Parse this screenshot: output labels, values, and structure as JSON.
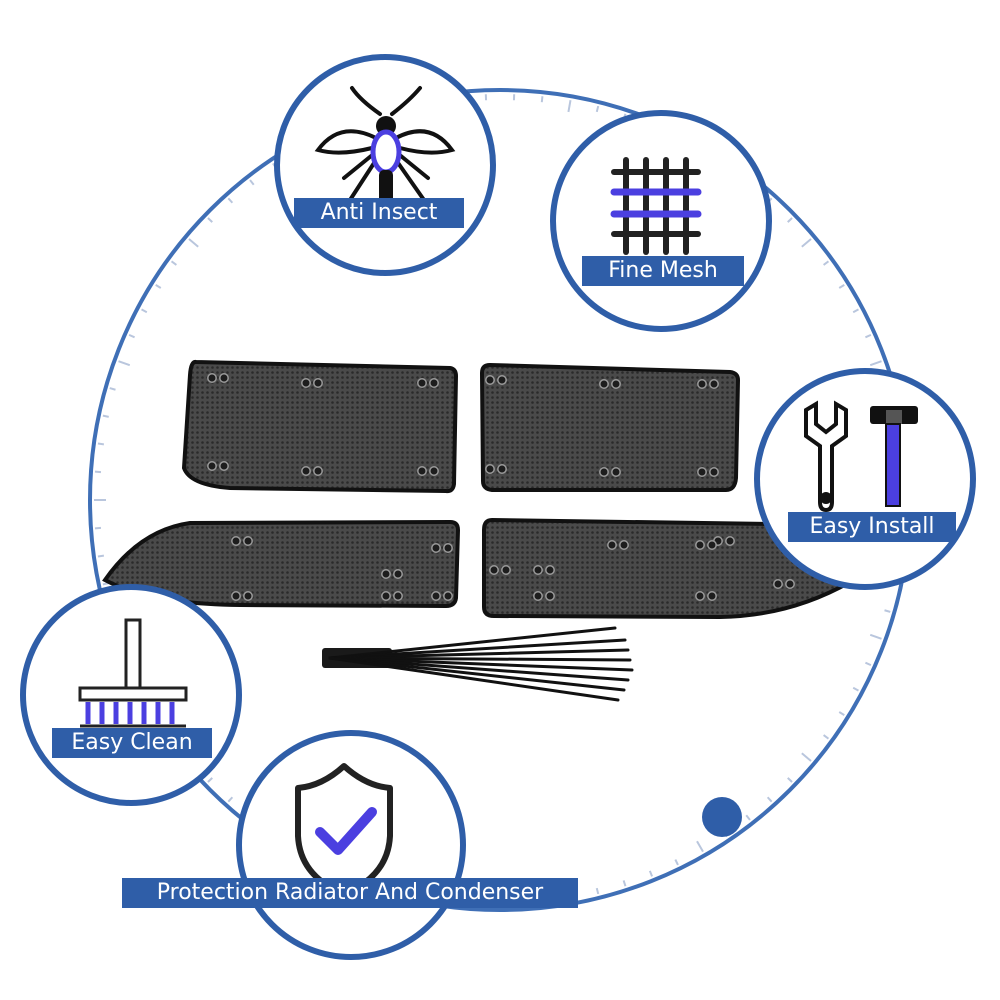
{
  "features": {
    "anti_insect": {
      "label": "Anti Insect",
      "icon": "mosquito-icon"
    },
    "fine_mesh": {
      "label": "Fine Mesh",
      "icon": "mesh-grid-icon"
    },
    "easy_install": {
      "label": "Easy Install",
      "icon": "wrench-hammer-icon"
    },
    "easy_clean": {
      "label": "Easy Clean",
      "icon": "brush-icon"
    },
    "protection": {
      "label": "Protection Radiator And Condenser",
      "icon": "shield-check-icon"
    }
  },
  "colors": {
    "accent": "#2f5ea8",
    "icon_highlight": "#4b3fe0",
    "mesh": "#3a3a3a",
    "ring": "#3f6fb6"
  }
}
